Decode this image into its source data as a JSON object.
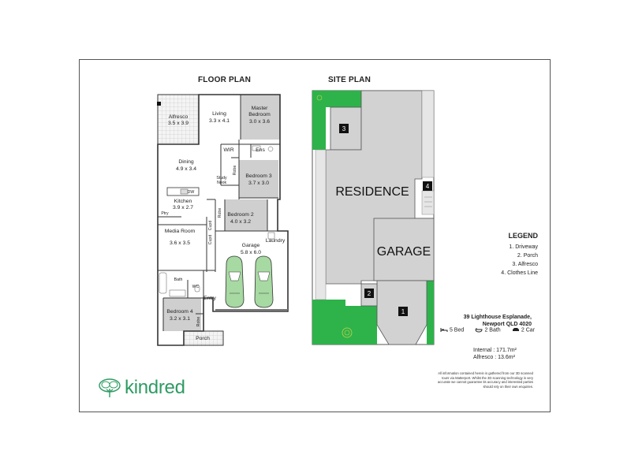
{
  "headers": {
    "floor_plan": "FLOOR PLAN",
    "site_plan": "SITE PLAN"
  },
  "rooms": {
    "alfresco": {
      "name": "Alfresco",
      "size": "3.5 x 3.9"
    },
    "living": {
      "name": "Living",
      "size": "3.3 x 4.1"
    },
    "master": {
      "name1": "Master",
      "name2": "Bedroom",
      "size": "3.0 x 3.6"
    },
    "wir": "WIR",
    "ens": "Ens",
    "dining": {
      "name": "Dining",
      "size": "4.9 x 3.4"
    },
    "robe": "Robe",
    "study": {
      "l1": "Study",
      "l2": "Nook"
    },
    "bedroom3": {
      "name": "Bedroom 3",
      "size": "3.7 x 3.0"
    },
    "dw": "DW",
    "kitchen": {
      "name": "Kitchen",
      "size": "3.9 x 2.7"
    },
    "ptry": "Ptry",
    "bedroom2": {
      "name": "Bedroom 2",
      "size": "4.0 x 3.2"
    },
    "cupd": "Cupd",
    "media": {
      "name": "Media Room",
      "size": "3.6 x 3.5"
    },
    "laundry": "Laundry",
    "garage": {
      "name": "Garage",
      "size": "5.8 x 6.0"
    },
    "bath": "Bath",
    "wc": "WC",
    "entry": "Entry",
    "bedroom4": {
      "name": "Bedroom 4",
      "size": "3.2 x 3.1"
    },
    "porch": "Porch"
  },
  "site": {
    "residence": "RESIDENCE",
    "garage": "GARAGE",
    "markers": [
      "1",
      "2",
      "3",
      "4"
    ]
  },
  "legend": {
    "title": "LEGEND",
    "items": [
      "1. Driveway",
      "2. Porch",
      "3. Alfresco",
      "4. Clothes Line"
    ]
  },
  "address": {
    "line1": "39 Lighthouse Esplanade,",
    "line2": "Newport QLD 4020"
  },
  "counts": {
    "bed": "5 Bed",
    "bath": "2 Bath",
    "car": "2 Car"
  },
  "areas": {
    "internal": "Internal : 171.7m²",
    "alfresco": "Alfresco :   13.6m²"
  },
  "disclaimer": "All information contained herein is gathered from our 3D scanned tours via Matterport. Whilst the 3D scanning technology is very accurate we cannot guarantee its accuracy and interested parties should rely on their own enquiries.",
  "brand": "kindred",
  "colors": {
    "green": "#2db34a",
    "grey_fill": "#c9c9c9",
    "brand_green": "#2e9b62"
  }
}
